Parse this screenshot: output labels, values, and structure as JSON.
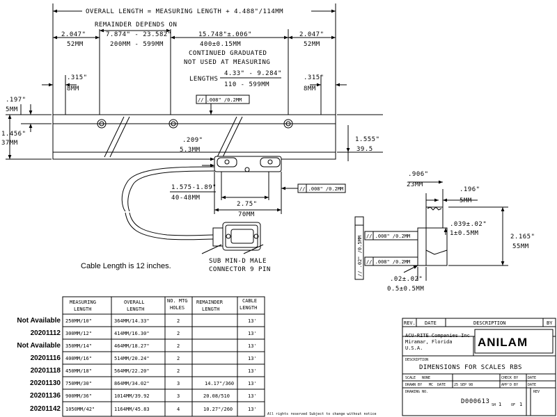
{
  "dimensions": {
    "overall_length": "OVERALL LENGTH = MEASURING LENGTH + 4.488\"/114MM",
    "remainder_note_1": "REMAINDER DEPENDS ON",
    "remainder_range_in": "7.874\" - 23.582\"",
    "remainder_range_mm": "200MM - 599MM",
    "end_left_in": "2.047\"",
    "end_left_mm": "52MM",
    "end_right_in": "2.047\"",
    "end_right_mm": "52MM",
    "center_in": "15.748\"±.006\"",
    "center_mm": "400±0.15MM",
    "graduated_1": "CONTINUED GRADUATED",
    "graduated_2": "NOT USED AT MEASURING",
    "lengths_label": "LENGTHS",
    "lengths_in": "4.33\" - 9.284\"",
    "lengths_mm": "110 - 599MM",
    "hole_left_in": ".315\"",
    "hole_left_mm": "8MM",
    "hole_right_in": ".315\"",
    "hole_right_mm": "8MM",
    "top_offset_in": ".197\"",
    "top_offset_mm": "5MM",
    "height_in": "1.456\"",
    "height_mm": "37MM",
    "flatness_top": "// .008\" /0.2MM",
    "reader_in": ".209\"",
    "reader_mm": "5.3MM",
    "right_h_in": "1.555\"",
    "right_h_mm": "39.5",
    "head_range_in": "1.575-1.89\"",
    "head_range_mm": "40-48MM",
    "head_len_in": "2.75\"",
    "head_len_mm": "70MM",
    "flatness_head": "// .008\" /0.2MM",
    "side_w_in": ".906\"",
    "side_w_mm": "23MM",
    "side_off_in": ".196\"",
    "side_off_mm": "5MM",
    "side_slot_in": ".039±.02\"",
    "side_slot_mm": "1±0.5MM",
    "side_h_in": "2.165\"",
    "side_h_mm": "55MM",
    "side_flat_1": "// .008\" /0.2MM",
    "side_flat_2": "// .008\" /0.2MM",
    "side_flat_vert": "// .02\" /0.5MM",
    "side_gap_in": ".02±.02\"",
    "side_gap_mm": "0.5±0.5MM"
  },
  "labels": {
    "cable_note": "Cable Length is 12 inches.",
    "connector_1": "SUB MIN-D MALE",
    "connector_2": "CONNECTOR 9 PIN",
    "rights": "All rights reserved Subject to change without notice"
  },
  "table": {
    "headers": [
      [
        "MEASURING",
        "LENGTH"
      ],
      [
        "OVERALL",
        "LENGTH"
      ],
      [
        "NO. MTG",
        "HOLES"
      ],
      [
        "REMAINDER",
        "LENGTH"
      ],
      [
        "CABLE",
        "LENGTH"
      ]
    ],
    "rows": [
      {
        "pn": "Not Available",
        "ml": "250MM/10\"",
        "ol": "364MM/14.33\"",
        "holes": "2",
        "rem": "",
        "cable": "13'"
      },
      {
        "pn": "20201112",
        "ml": "300MM/12\"",
        "ol": "414MM/16.30\"",
        "holes": "2",
        "rem": "",
        "cable": "13'"
      },
      {
        "pn": "Not Available",
        "ml": "350MM/14\"",
        "ol": "464MM/18.27\"",
        "holes": "2",
        "rem": "",
        "cable": "13'"
      },
      {
        "pn": "20201116",
        "ml": "400MM/16\"",
        "ol": "514MM/20.24\"",
        "holes": "2",
        "rem": "",
        "cable": "13'"
      },
      {
        "pn": "20201118",
        "ml": "450MM/18\"",
        "ol": "564MM/22.20\"",
        "holes": "2",
        "rem": "",
        "cable": "13'"
      },
      {
        "pn": "20201130",
        "ml": "750MM/30\"",
        "ol": "864MM/34.02\"",
        "holes": "3",
        "rem": "14.17\"/360",
        "cable": "13'"
      },
      {
        "pn": "20201136",
        "ml": "900MM/36\"",
        "ol": "1014MM/39.92",
        "holes": "3",
        "rem": "20.08/510",
        "cable": "13'"
      },
      {
        "pn": "20201142",
        "ml": "1050MM/42\"",
        "ol": "1164MM/45.83",
        "holes": "4",
        "rem": "10.27\"/260",
        "cable": "13'"
      }
    ]
  },
  "title_block": {
    "rev_label": "REV.",
    "date_label": "DATE",
    "description_label": "DESCRIPTION",
    "by_label": "BY",
    "company": "ACU-RITE Companies Inc",
    "city": "Miramar, Florida",
    "country": "U.S.A.",
    "logo": "ANILAM",
    "desc_label": "DESCRIPTION",
    "desc": "DIMENSIONS FOR SCALES RBS",
    "scale_label": "SCALE",
    "scale": "NONE",
    "check_label": "CHECK BY",
    "date2_label": "DATE",
    "drawn_label": "DRAWN BY",
    "drawn": "MC",
    "drawn_date_label": "DATE",
    "drawn_date": "25 SEP 98",
    "appd_label": "APP'D BY",
    "date3_label": "DATE",
    "dwg_label": "DRAWING NO.",
    "dwg": "D000613",
    "sheet_label": "SH",
    "sheet_num": "1",
    "of_label": "OF",
    "sheet_total": "1",
    "rev2_label": "REV"
  }
}
